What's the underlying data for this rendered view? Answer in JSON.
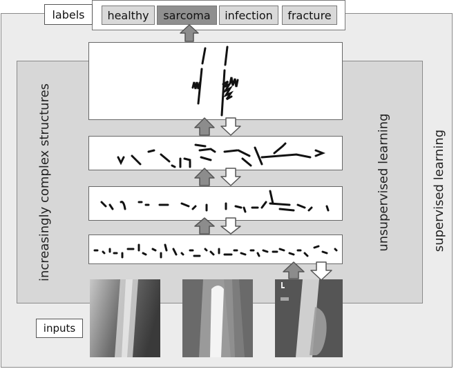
{
  "labels_tag": "labels",
  "labels": [
    "healthy",
    "sarcoma",
    "infection",
    "fracture"
  ],
  "inputs_tag": "inputs",
  "left_caption": "increasingly complex structures",
  "right_inner_caption": "unsupervised learning",
  "right_outer_caption": "supervised learning",
  "colors": {
    "up_arrow": "#8c8c8c",
    "down_arrow": "#ffffff",
    "sarcoma_chip": "#8f8f8f",
    "chip": "#d9d9d9"
  },
  "icons": [
    "up-arrow-icon",
    "down-arrow-icon"
  ]
}
